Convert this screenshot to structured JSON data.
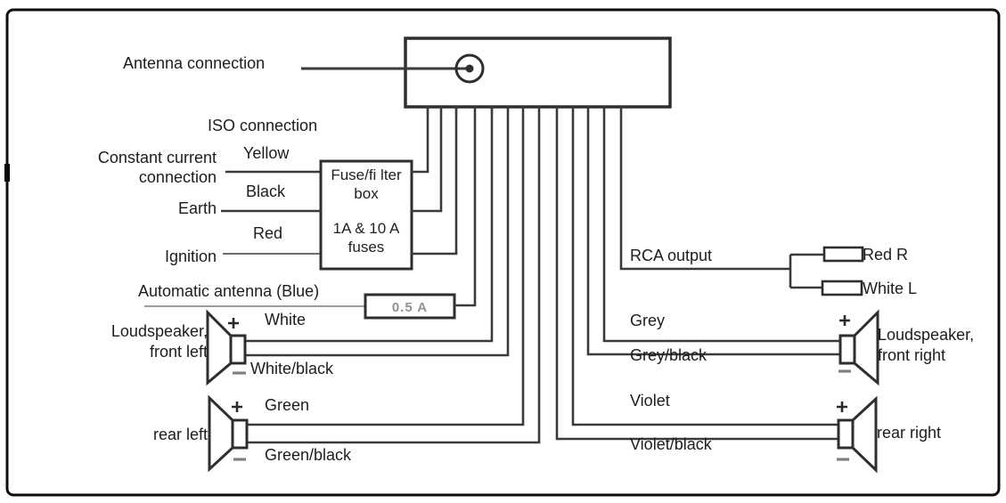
{
  "head_unit": {
    "antenna_label": "Antenna connection",
    "iso_label": "ISO connection"
  },
  "left_inputs": {
    "constant_current_line1": "Constant current",
    "constant_current_line2": "connection",
    "earth": "Earth",
    "ignition": "Ignition",
    "yellow": "Yellow",
    "black": "Black",
    "red": "Red"
  },
  "fuse_box": {
    "line1": "Fuse/fi lter",
    "line2": "box",
    "line3": "1A & 10 A",
    "line4": "fuses"
  },
  "auto_antenna": {
    "label": "Automatic antenna (Blue)",
    "fuse_label": "0.5 A"
  },
  "rca": {
    "label": "RCA output",
    "right_plug": "Red R",
    "left_plug": "White L"
  },
  "speakers": {
    "front_left": {
      "line1": "Loudspeaker,",
      "line2": "front left",
      "pos": "White",
      "neg": "White/black"
    },
    "rear_left": {
      "label": "rear left",
      "pos": "Green",
      "neg": "Green/black"
    },
    "front_right": {
      "line1": "Loudspeaker,",
      "line2": "front right",
      "pos": "Grey",
      "neg": "Grey/black"
    },
    "rear_right": {
      "label": "rear right",
      "pos": "Violet",
      "neg": "Violet/black"
    }
  },
  "colors": {
    "wire": "#3a3a3a",
    "light_wire": "#9c9c9c",
    "outline": "#2e2e2e",
    "frame": "#0d0d0d",
    "text": "#1d1d1d",
    "fuse_amp_text": "#919191",
    "background": "#ffffff"
  }
}
